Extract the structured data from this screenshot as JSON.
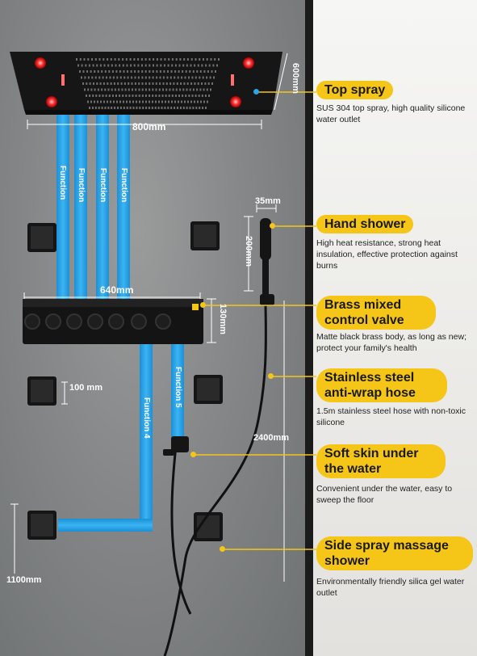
{
  "dimensions": {
    "top_width": "800mm",
    "top_depth": "600mm",
    "valve_width": "640mm",
    "valve_height": "130mm",
    "hand_width": "35mm",
    "hand_length": "200mm",
    "side_spray": "100 mm",
    "hose_length": "2400mm",
    "floor_height": "1100mm"
  },
  "functions": {
    "f1": "Function",
    "f2": "Function",
    "f3": "Function",
    "f4_full": "Function 4",
    "f5_full": "Function 5"
  },
  "features": [
    {
      "title": "Top spray",
      "desc": "SUS 304 top spray, high quality silicone water outlet"
    },
    {
      "title": "Hand shower",
      "desc": "High heat resistance, strong heat insulation, effective protection against burns"
    },
    {
      "title": "Brass mixed control valve",
      "desc": "Matte black brass body, as long as new;  protect your family's health"
    },
    {
      "title": "Stainless steel anti-wrap hose",
      "desc": "1.5m stainless steel hose with non-toxic silicone"
    },
    {
      "title": "Soft skin under the water",
      "desc": "Convenient under the water, easy to sweep the floor"
    },
    {
      "title": "Side spray massage shower",
      "desc": "Environmentally friendly silica gel water outlet"
    }
  ],
  "colors": {
    "accent": "#f5c518",
    "pipe": "#2aa4ea",
    "fixture": "#151515",
    "led": "#ff3030"
  }
}
